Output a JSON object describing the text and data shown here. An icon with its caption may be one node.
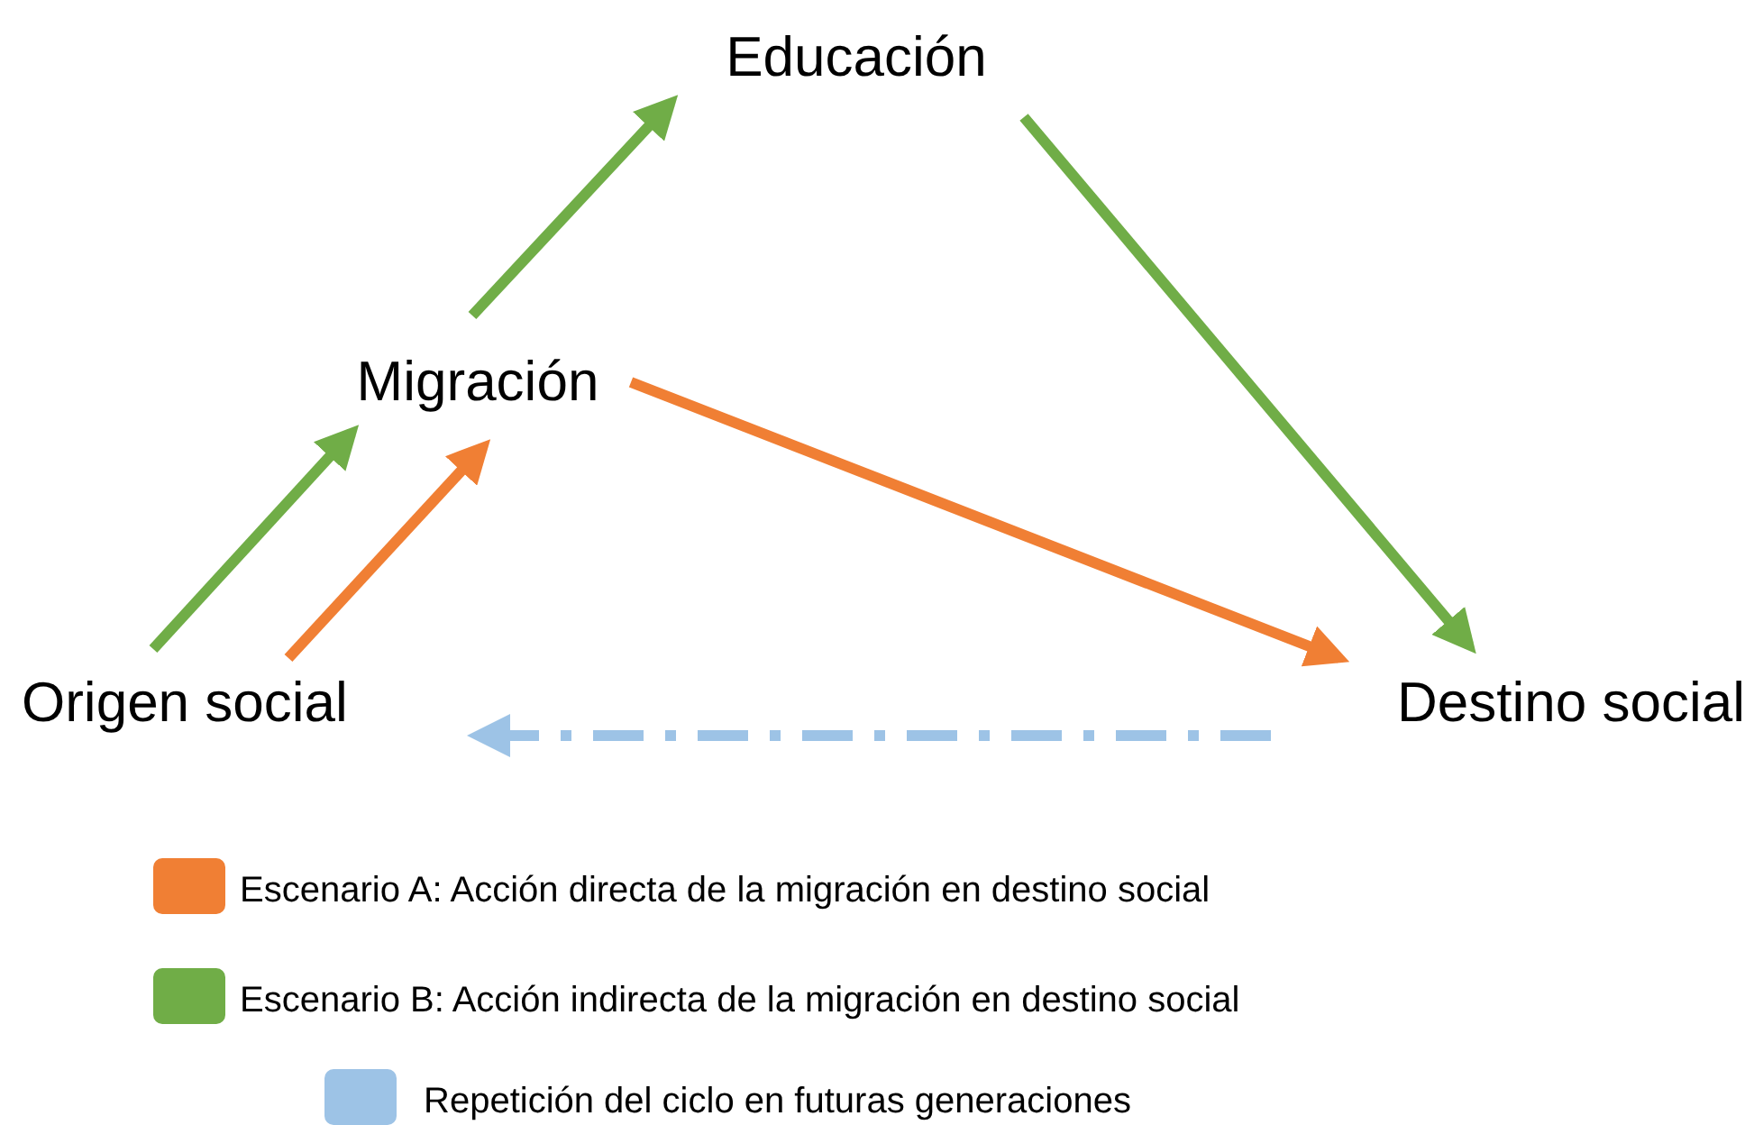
{
  "diagram": {
    "nodes": [
      {
        "text": [
          "Educación"
        ]
      },
      {
        "text": [
          "Migración"
        ]
      },
      {
        "text": [
          "Origen social"
        ]
      },
      {
        "text": [
          "Destino social"
        ]
      }
    ],
    "edges": [
      {
        "from": 1,
        "to": 0,
        "arrow": "to",
        "color": "#70ad47"
      },
      {
        "from": 0,
        "to": 3,
        "arrow": "to",
        "color": "#70ad47"
      },
      {
        "from": 2,
        "to": 1,
        "arrow": "to",
        "color": "#70ad47"
      },
      {
        "from": 2,
        "to": 1,
        "arrow": "to",
        "color": "#f07f34"
      },
      {
        "from": 1,
        "to": 3,
        "arrow": "to",
        "color": "#f07f34"
      },
      {
        "from": 3,
        "to": 2,
        "arrow": "to",
        "style": "dashed",
        "color": "#9dc3e6"
      }
    ],
    "legend": [
      {
        "text": "Escenario A: Acción directa de la migración en destino social",
        "color": "#f07f34"
      },
      {
        "text": "Escenario B: Acción indirecta de la migración en destino social",
        "color": "#70ad47"
      },
      {
        "text": "Repetición del ciclo en futuras generaciones",
        "color": "#9dc3e6"
      }
    ]
  }
}
